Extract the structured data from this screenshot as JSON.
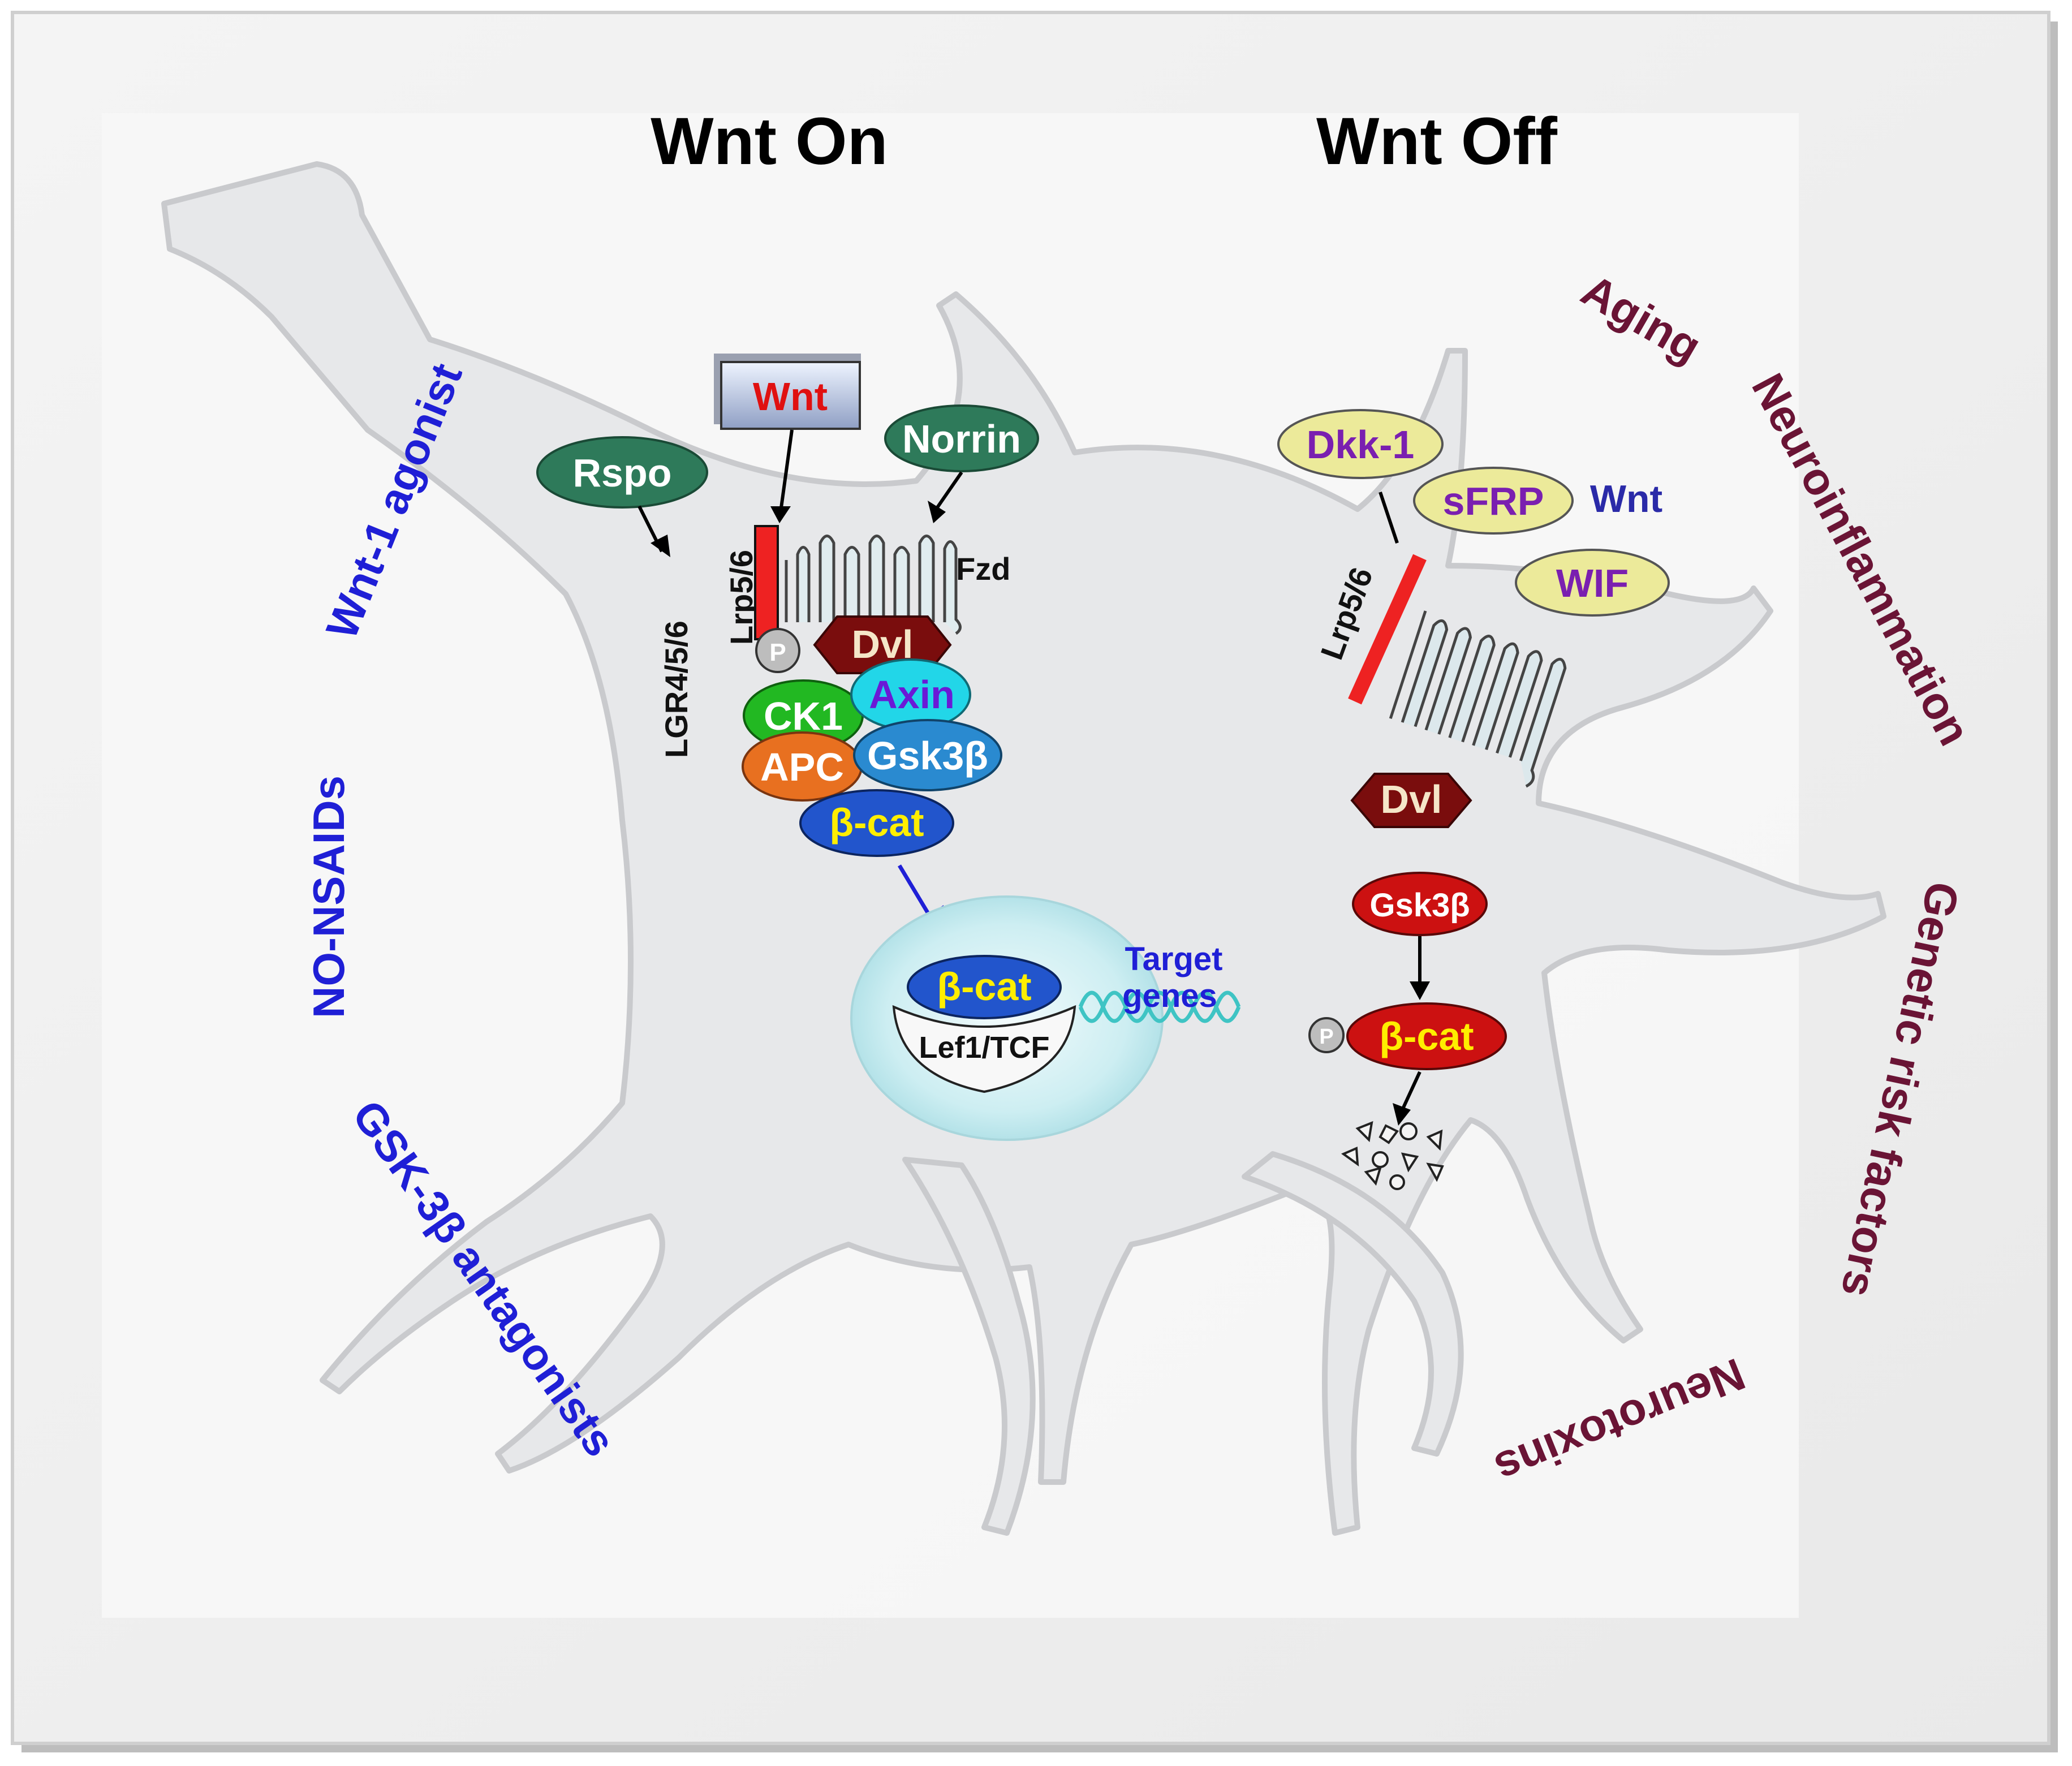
{
  "titles": {
    "on": "Wnt On",
    "off": "Wnt Off"
  },
  "therapeutics": {
    "wnt1_agonist": "Wnt-1 agonist",
    "no_nsaids": "NO-NSAIDs",
    "gsk3b_antagonists": "GSK-3β antagonists"
  },
  "risk_factors": {
    "aging": "Aging",
    "neuroinflammation": "Neuroinflammation",
    "genetic": "Genetic risk factors",
    "neurotoxins": "Neurotoxins"
  },
  "wnt_on": {
    "wnt": "Wnt",
    "rspo": "Rspo",
    "norrin": "Norrin",
    "lgr": "LGR4/5/6",
    "lrp": "Lrp5/6",
    "fzd": "Fzd",
    "p": "P",
    "dvl": "Dvl",
    "ck1": "CK1",
    "axin": "Axin",
    "apc": "APC",
    "gsk3b": "Gsk3β",
    "bcat": "β-cat",
    "nucleus_bcat": "β-cat",
    "lef": "Lef1/TCF",
    "target1": "Target",
    "target2": "genes"
  },
  "wnt_off": {
    "dkk1": "Dkk-1",
    "sfrp": "sFRP",
    "wnt": "Wnt",
    "wif": "WIF",
    "lrp": "Lrp5/6",
    "dvl": "Dvl",
    "gsk3b": "Gsk3β",
    "p": "P",
    "bcat": "β-cat"
  },
  "colors": {
    "rspo_fill": "#2e7a5a",
    "norrin_fill": "#2e7a5a",
    "wnt_text": "#e01010",
    "dvl_fill": "#7a0d0d",
    "ck1_fill": "#22b822",
    "axin_fill": "#22d6e8",
    "apc_fill": "#e87020",
    "gsk3b_fill": "#2a8ad0",
    "bcat_fill": "#2255cc",
    "bcat_text": "#ffee00",
    "off_oval_fill": "#ecea9a",
    "off_oval_text": "#7a1fb0",
    "off_gsk_fill": "#cc1111",
    "lrp_red": "#ee2222",
    "nucleus": "#cfeef2"
  }
}
